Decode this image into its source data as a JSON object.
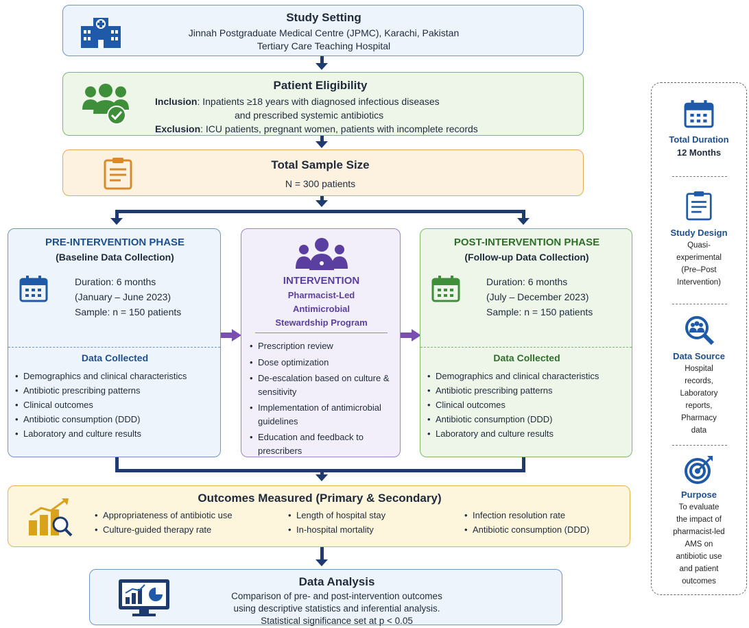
{
  "setting": {
    "title": "Study Setting",
    "line1": "Jinnah Postgraduate Medical Centre (JPMC), Karachi, Pakistan",
    "line2": "Tertiary Care Teaching Hospital"
  },
  "eligibility": {
    "title": "Patient Eligibility",
    "inclusion_label": "Inclusion",
    "inclusion_text": ": Inpatients ≥18 years with diagnosed infectious diseases",
    "inclusion_text2": "and prescribed systemic antibiotics",
    "exclusion_label": "Exclusion",
    "exclusion_text": ": ICU patients, pregnant women, patients with incomplete records"
  },
  "sample": {
    "title": "Total Sample Size",
    "value": "N = 300 patients"
  },
  "pre": {
    "title": "PRE-INTERVENTION PHASE",
    "subtitle": "(Baseline Data Collection)",
    "duration": "Duration: 6 months",
    "period": "(January – June 2023)",
    "sample": "Sample: n = 150 patients",
    "data_title": "Data Collected",
    "items": [
      "Demographics and clinical characteristics",
      "Antibiotic prescribing patterns",
      "Clinical outcomes",
      "Antibiotic consumption (DDD)",
      "Laboratory and culture results"
    ]
  },
  "intervention": {
    "title": "INTERVENTION",
    "sub1": "Pharmacist-Led",
    "sub2": "Antimicrobial",
    "sub3": "Stewardship Program",
    "items": [
      "Prescription review",
      "Dose optimization",
      "De-escalation based on culture & sensitivity",
      "Implementation of antimicrobial guidelines",
      "Education and feedback to prescribers"
    ]
  },
  "post": {
    "title": "POST-INTERVENTION PHASE",
    "subtitle": "(Follow-up Data Collection)",
    "duration": "Duration: 6 months",
    "period": "(July – December 2023)",
    "sample": "Sample: n = 150 patients",
    "data_title": "Data Collected",
    "items": [
      "Demographics and clinical characteristics",
      "Antibiotic prescribing patterns",
      "Clinical outcomes",
      "Antibiotic consumption (DDD)",
      "Laboratory and culture results"
    ]
  },
  "outcomes": {
    "title": "Outcomes Measured (Primary & Secondary)",
    "col1": [
      "Appropriateness of antibiotic use",
      "Culture-guided therapy rate"
    ],
    "col2": [
      "Length of hospital stay",
      "In-hospital mortality"
    ],
    "col3": [
      "Infection resolution rate",
      "Antibiotic consumption (DDD)"
    ]
  },
  "analysis": {
    "title": "Data Analysis",
    "line1": "Comparison of pre- and post-intervention outcomes",
    "line2": "using descriptive statistics and inferential analysis.",
    "line3": "Statistical significance set at p < 0.05"
  },
  "side": {
    "duration_title": "Total Duration",
    "duration_value": "12 Months",
    "design_title": "Study Design",
    "design_lines": [
      "Quasi-",
      "experimental",
      "(Pre–Post",
      "Intervention)"
    ],
    "source_title": "Data Source",
    "source_lines": [
      "Hospital",
      "records,",
      "Laboratory",
      "reports,",
      "Pharmacy",
      "data"
    ],
    "purpose_title": "Purpose",
    "purpose_lines": [
      "To evaluate",
      "the impact of",
      "pharmacist-led",
      "AMS on",
      "antibiotic use",
      "and patient",
      "outcomes"
    ]
  },
  "colors": {
    "navy": "#1e3a6e",
    "blue_accent": "#1e5aa8",
    "green_accent": "#3f8f3a",
    "purple_accent": "#5b3fa0",
    "orange_accent": "#d88a2a"
  }
}
